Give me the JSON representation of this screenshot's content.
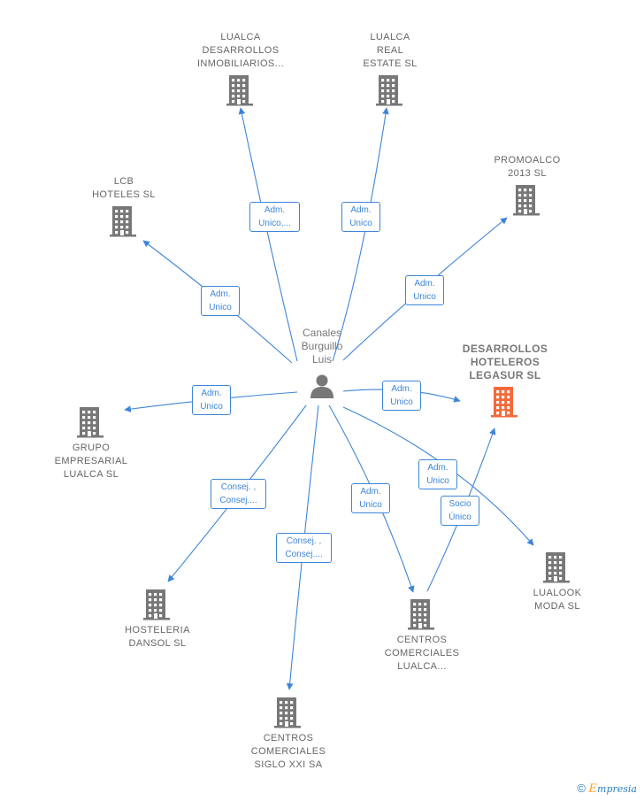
{
  "colors": {
    "edge": "#3d85d8",
    "building": "#777777",
    "highlight": "#f26a3b"
  },
  "center": {
    "name_lines": [
      "Canales",
      "Burguillo",
      "Luis"
    ],
    "icon": "person-icon"
  },
  "companies": [
    {
      "id": "lualca-desarrollos",
      "lines": [
        "LUALCA",
        "DESARROLLOS",
        "INMOBILIARIOS..."
      ],
      "highlight": false
    },
    {
      "id": "lualca-real-estate",
      "lines": [
        "LUALCA",
        "REAL",
        "ESTATE SL"
      ],
      "highlight": false
    },
    {
      "id": "promoalco",
      "lines": [
        "PROMOALCO",
        "2013 SL"
      ],
      "highlight": false
    },
    {
      "id": "lcb-hoteles",
      "lines": [
        "LCB",
        "HOTELES SL"
      ],
      "highlight": false
    },
    {
      "id": "desarrollos-hoteleros",
      "lines": [
        "DESARROLLOS",
        "HOTELEROS",
        "LEGASUR SL"
      ],
      "highlight": true
    },
    {
      "id": "grupo-empresarial",
      "lines": [
        "GRUPO",
        "EMPRESARIAL",
        "LUALCA SL"
      ],
      "highlight": false
    },
    {
      "id": "lualook-moda",
      "lines": [
        "LUALOOK",
        "MODA SL"
      ],
      "highlight": false
    },
    {
      "id": "hosteleria-dansol",
      "lines": [
        "HOSTELERIA",
        "DANSOL SL"
      ],
      "highlight": false
    },
    {
      "id": "centros-lualca",
      "lines": [
        "CENTROS",
        "COMERCIALES",
        "LUALCA..."
      ],
      "highlight": false
    },
    {
      "id": "centros-siglo",
      "lines": [
        "CENTROS",
        "COMERCIALES",
        "SIGLO XXI SA"
      ],
      "highlight": false
    }
  ],
  "relations": [
    {
      "from": "center",
      "to": "lualca-desarrollos",
      "lines": [
        "Adm.",
        "Unico,..."
      ]
    },
    {
      "from": "center",
      "to": "lualca-real-estate",
      "lines": [
        "Adm.",
        "Unico"
      ]
    },
    {
      "from": "center",
      "to": "promoalco",
      "lines": [
        "Adm.",
        "Unico"
      ]
    },
    {
      "from": "center",
      "to": "lcb-hoteles",
      "lines": [
        "Adm.",
        "Unico"
      ]
    },
    {
      "from": "center",
      "to": "desarrollos-hoteleros",
      "lines": [
        "Adm.",
        "Unico"
      ]
    },
    {
      "from": "center",
      "to": "grupo-empresarial",
      "lines": [
        "Adm.",
        "Unico"
      ]
    },
    {
      "from": "center",
      "to": "lualook-moda",
      "lines": [
        "Adm.",
        "Unico"
      ]
    },
    {
      "from": "center",
      "to": "hosteleria-dansol",
      "lines": [
        "Consej. ,",
        "Consej...."
      ]
    },
    {
      "from": "center",
      "to": "centros-lualca",
      "lines": [
        "Adm.",
        "Unico"
      ]
    },
    {
      "from": "center",
      "to": "centros-siglo",
      "lines": [
        "Consej. ,",
        "Consej...."
      ]
    },
    {
      "from": "centros-lualca",
      "to": "desarrollos-hoteleros",
      "lines": [
        "Socio",
        "Único"
      ]
    }
  ],
  "footer": {
    "symbol": "©",
    "brand_initial": "E",
    "brand_rest": "mpresia"
  }
}
